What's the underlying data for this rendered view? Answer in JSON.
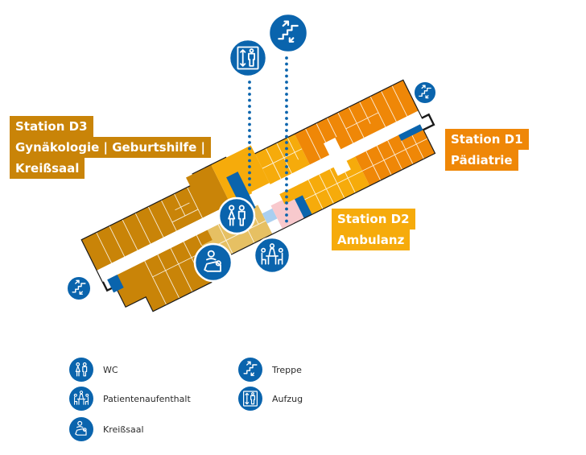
{
  "map": {
    "title": "Etage D Floor Plan",
    "colors": {
      "station_d3": "#c98408",
      "station_d3_light": "#e6c063",
      "station_d1": "#ef8707",
      "station_d2": "#f6ab0b",
      "core_blue": "#0a64ad",
      "light_blue": "#a9cff0",
      "pink": "#f8c9cd",
      "outline": "#1a1a1a"
    },
    "stations": [
      {
        "id": "d3",
        "lines": [
          "Station D3",
          "Gynäkologie | Geburtshilfe |",
          "Kreißsaal"
        ]
      },
      {
        "id": "d1",
        "lines": [
          "Station D1",
          "Pädiatrie"
        ]
      },
      {
        "id": "d2",
        "lines": [
          "Station D2",
          "Ambulanz"
        ]
      }
    ],
    "markers": [
      {
        "type": "elevator",
        "icon": "elevator-icon"
      },
      {
        "type": "stairs",
        "icon": "stairs-icon"
      },
      {
        "type": "stairs",
        "icon": "stairs-icon"
      },
      {
        "type": "stairs",
        "icon": "stairs-icon"
      },
      {
        "type": "wc",
        "icon": "wc-icon"
      },
      {
        "type": "patient-lounge",
        "icon": "patient-lounge-icon"
      },
      {
        "type": "delivery-room",
        "icon": "delivery-room-icon"
      }
    ]
  },
  "legend": {
    "items": [
      {
        "icon": "wc-icon",
        "label": "WC"
      },
      {
        "icon": "patient-lounge-icon",
        "label": "Patientenaufenthalt"
      },
      {
        "icon": "delivery-room-icon",
        "label": "Kreißsaal"
      },
      {
        "icon": "stairs-icon",
        "label": "Treppe"
      },
      {
        "icon": "elevator-icon",
        "label": "Aufzug"
      }
    ]
  }
}
